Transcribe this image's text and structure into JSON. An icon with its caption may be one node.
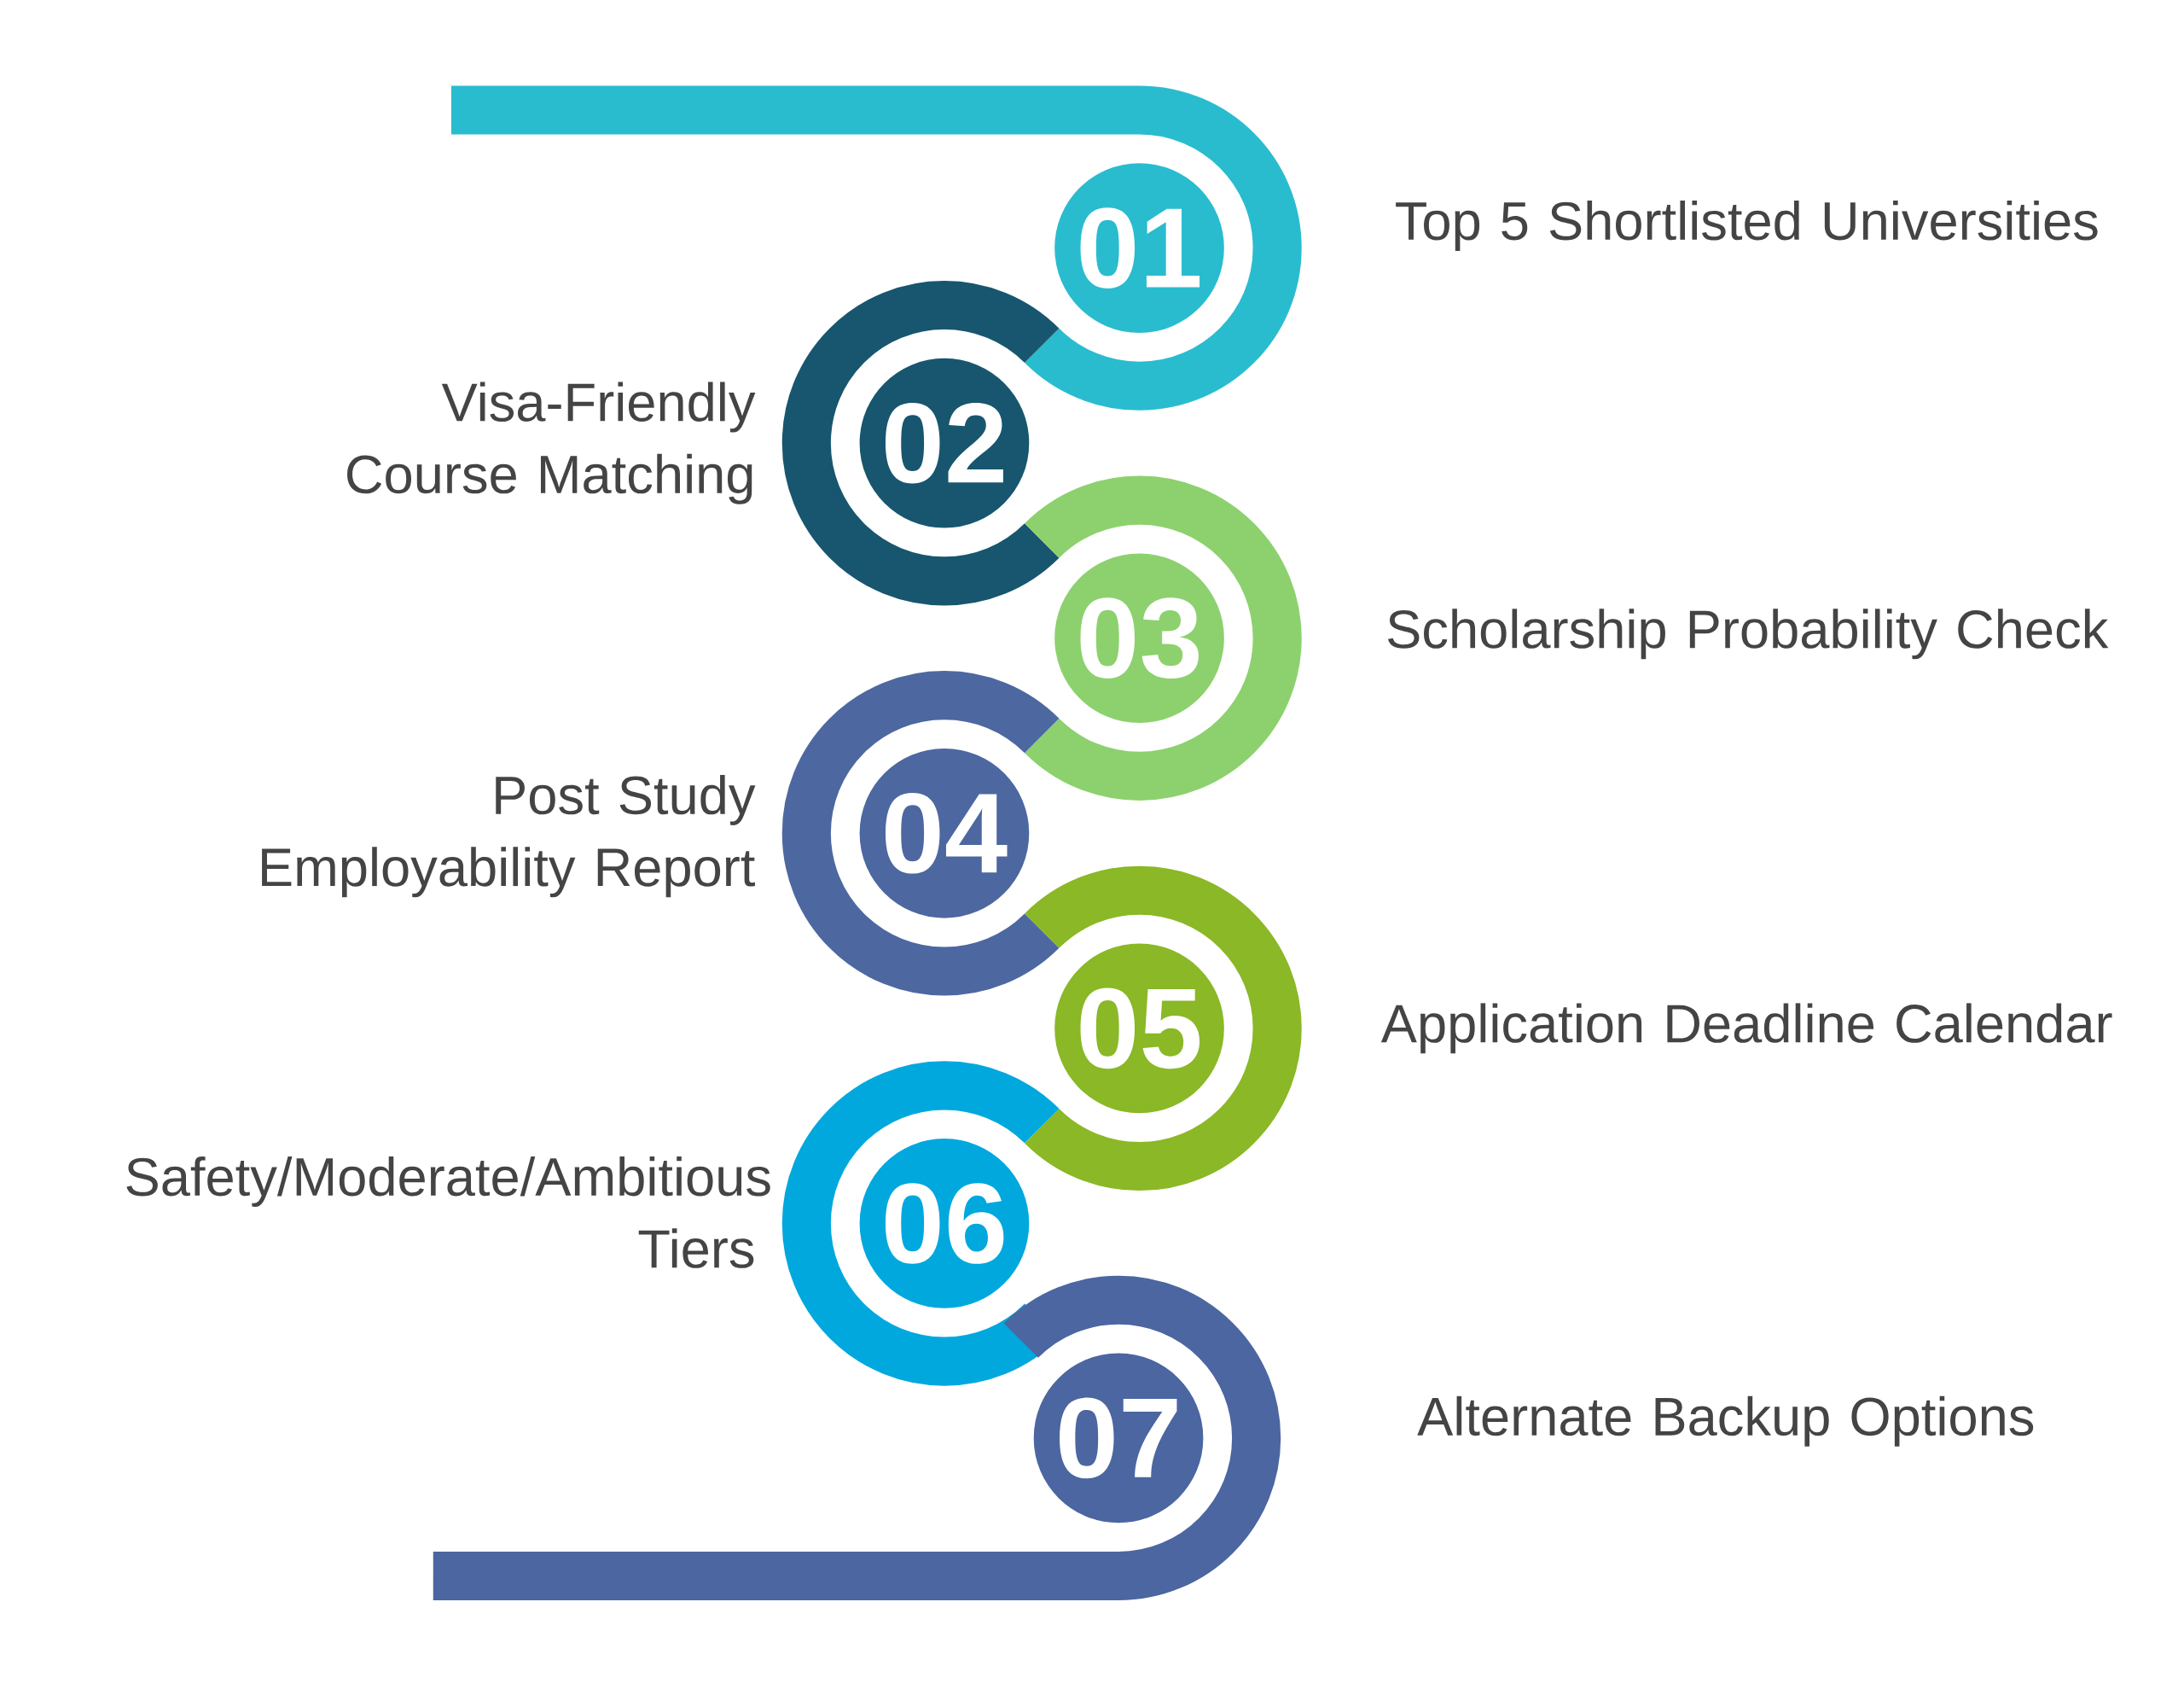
{
  "diagram": {
    "nodes": [
      {
        "text": [
          "01"
        ],
        "beside": [
          "Top 5 Shortlisted Universities"
        ]
      },
      {
        "text": [
          "02"
        ],
        "beside": [
          "Visa-Friendly Course Matching"
        ]
      },
      {
        "text": [
          "03"
        ],
        "beside": [
          "Scholarship Probability Check"
        ]
      },
      {
        "text": [
          "04"
        ],
        "beside": [
          "Post Study Employability Report"
        ]
      },
      {
        "text": [
          "05"
        ],
        "beside": [
          "Application Deadline Calendar"
        ]
      },
      {
        "text": [
          "06"
        ],
        "beside": [
          "Safety/Moderate/Ambitious Tiers"
        ]
      },
      {
        "text": [
          "07"
        ],
        "beside": [
          "Alternate Backup Options"
        ]
      }
    ]
  }
}
